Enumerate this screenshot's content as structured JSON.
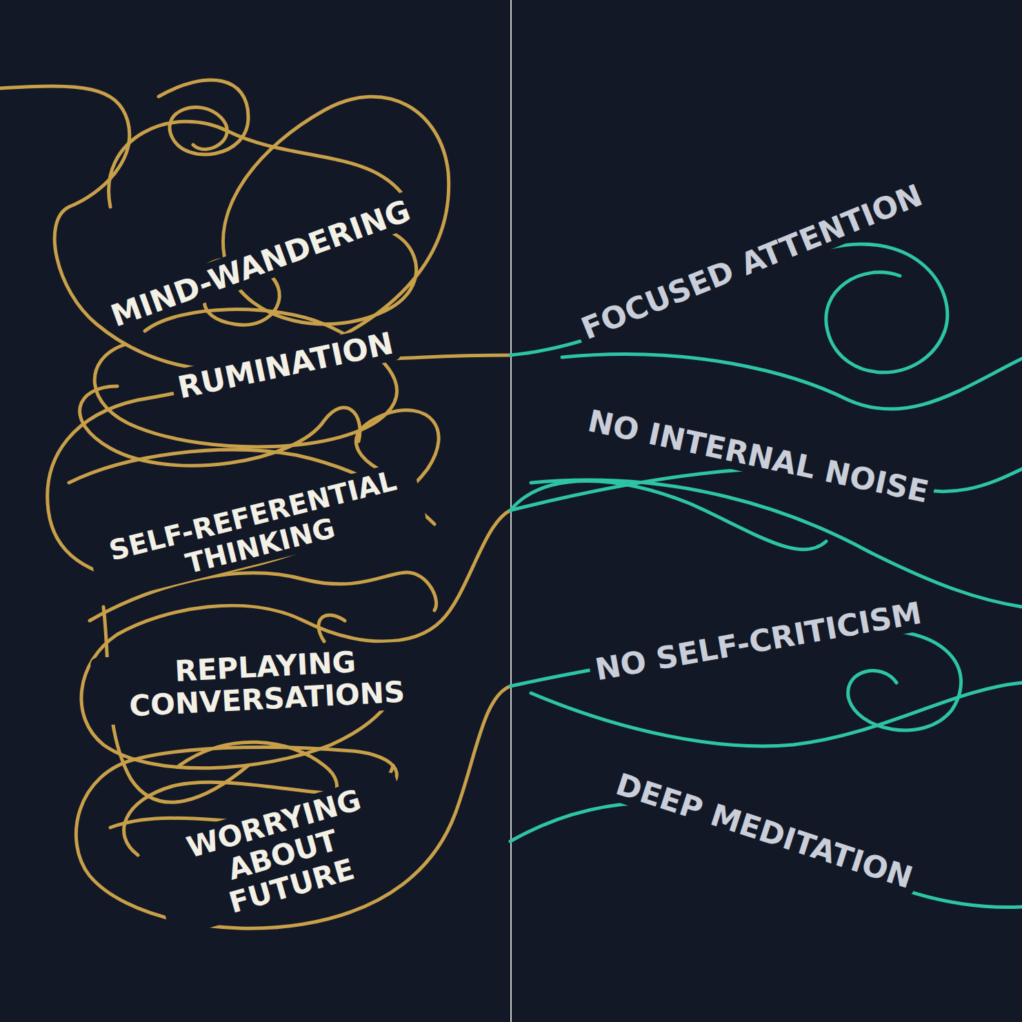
{
  "diagram": {
    "labels": [
      "MIND-WANDERING",
      "RUMINATION",
      "SELF-REFERENTIAL THINKING",
      "REPLAYING CONVERSATIONS",
      "WORRYING ABOUT FUTURE",
      "FOCUSED ATTENTION",
      "NO INTERNAL NOISE",
      "NO SELF-CRITICISM",
      "DEEP MEDITATION"
    ]
  }
}
